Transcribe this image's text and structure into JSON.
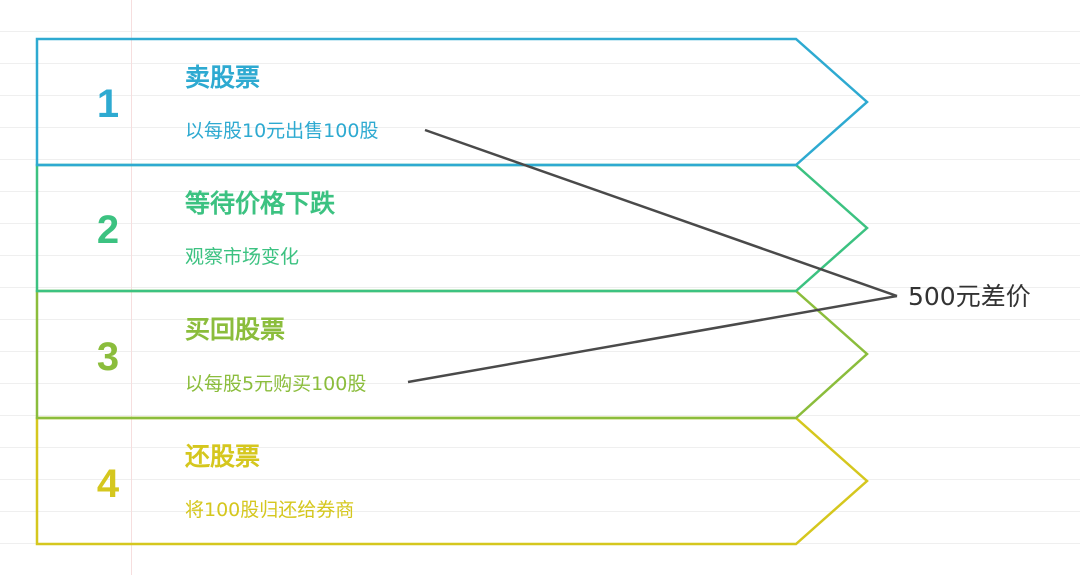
{
  "steps": [
    {
      "number": "1",
      "title": "卖股票",
      "description": "以每股10元出售100股",
      "color": "#2eaad1"
    },
    {
      "number": "2",
      "title": "等待价格下跌",
      "description": "观察市场变化",
      "color": "#3cc281"
    },
    {
      "number": "3",
      "title": "买回股票",
      "description": "以每股5元购买100股",
      "color": "#8bbd3c"
    },
    {
      "number": "4",
      "title": "还股票",
      "description": "将100股归还给券商",
      "color": "#d5c71e"
    }
  ],
  "price_difference_label": "500元差价",
  "connector_color": "#4a4a4a"
}
